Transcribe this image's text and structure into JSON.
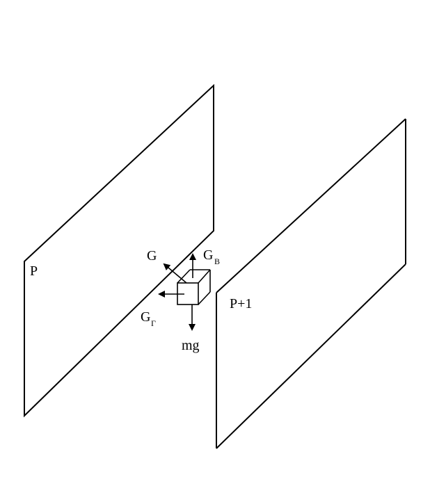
{
  "diagram": {
    "plane_left_label": "P",
    "plane_right_label": "P+1",
    "forces": {
      "gravity": "mg",
      "total": "G",
      "vertical_main": "G",
      "vertical_sub": "B",
      "horizontal_main": "G",
      "horizontal_sub": "Г"
    }
  },
  "colors": {
    "line": "#000000",
    "background": "#ffffff"
  }
}
